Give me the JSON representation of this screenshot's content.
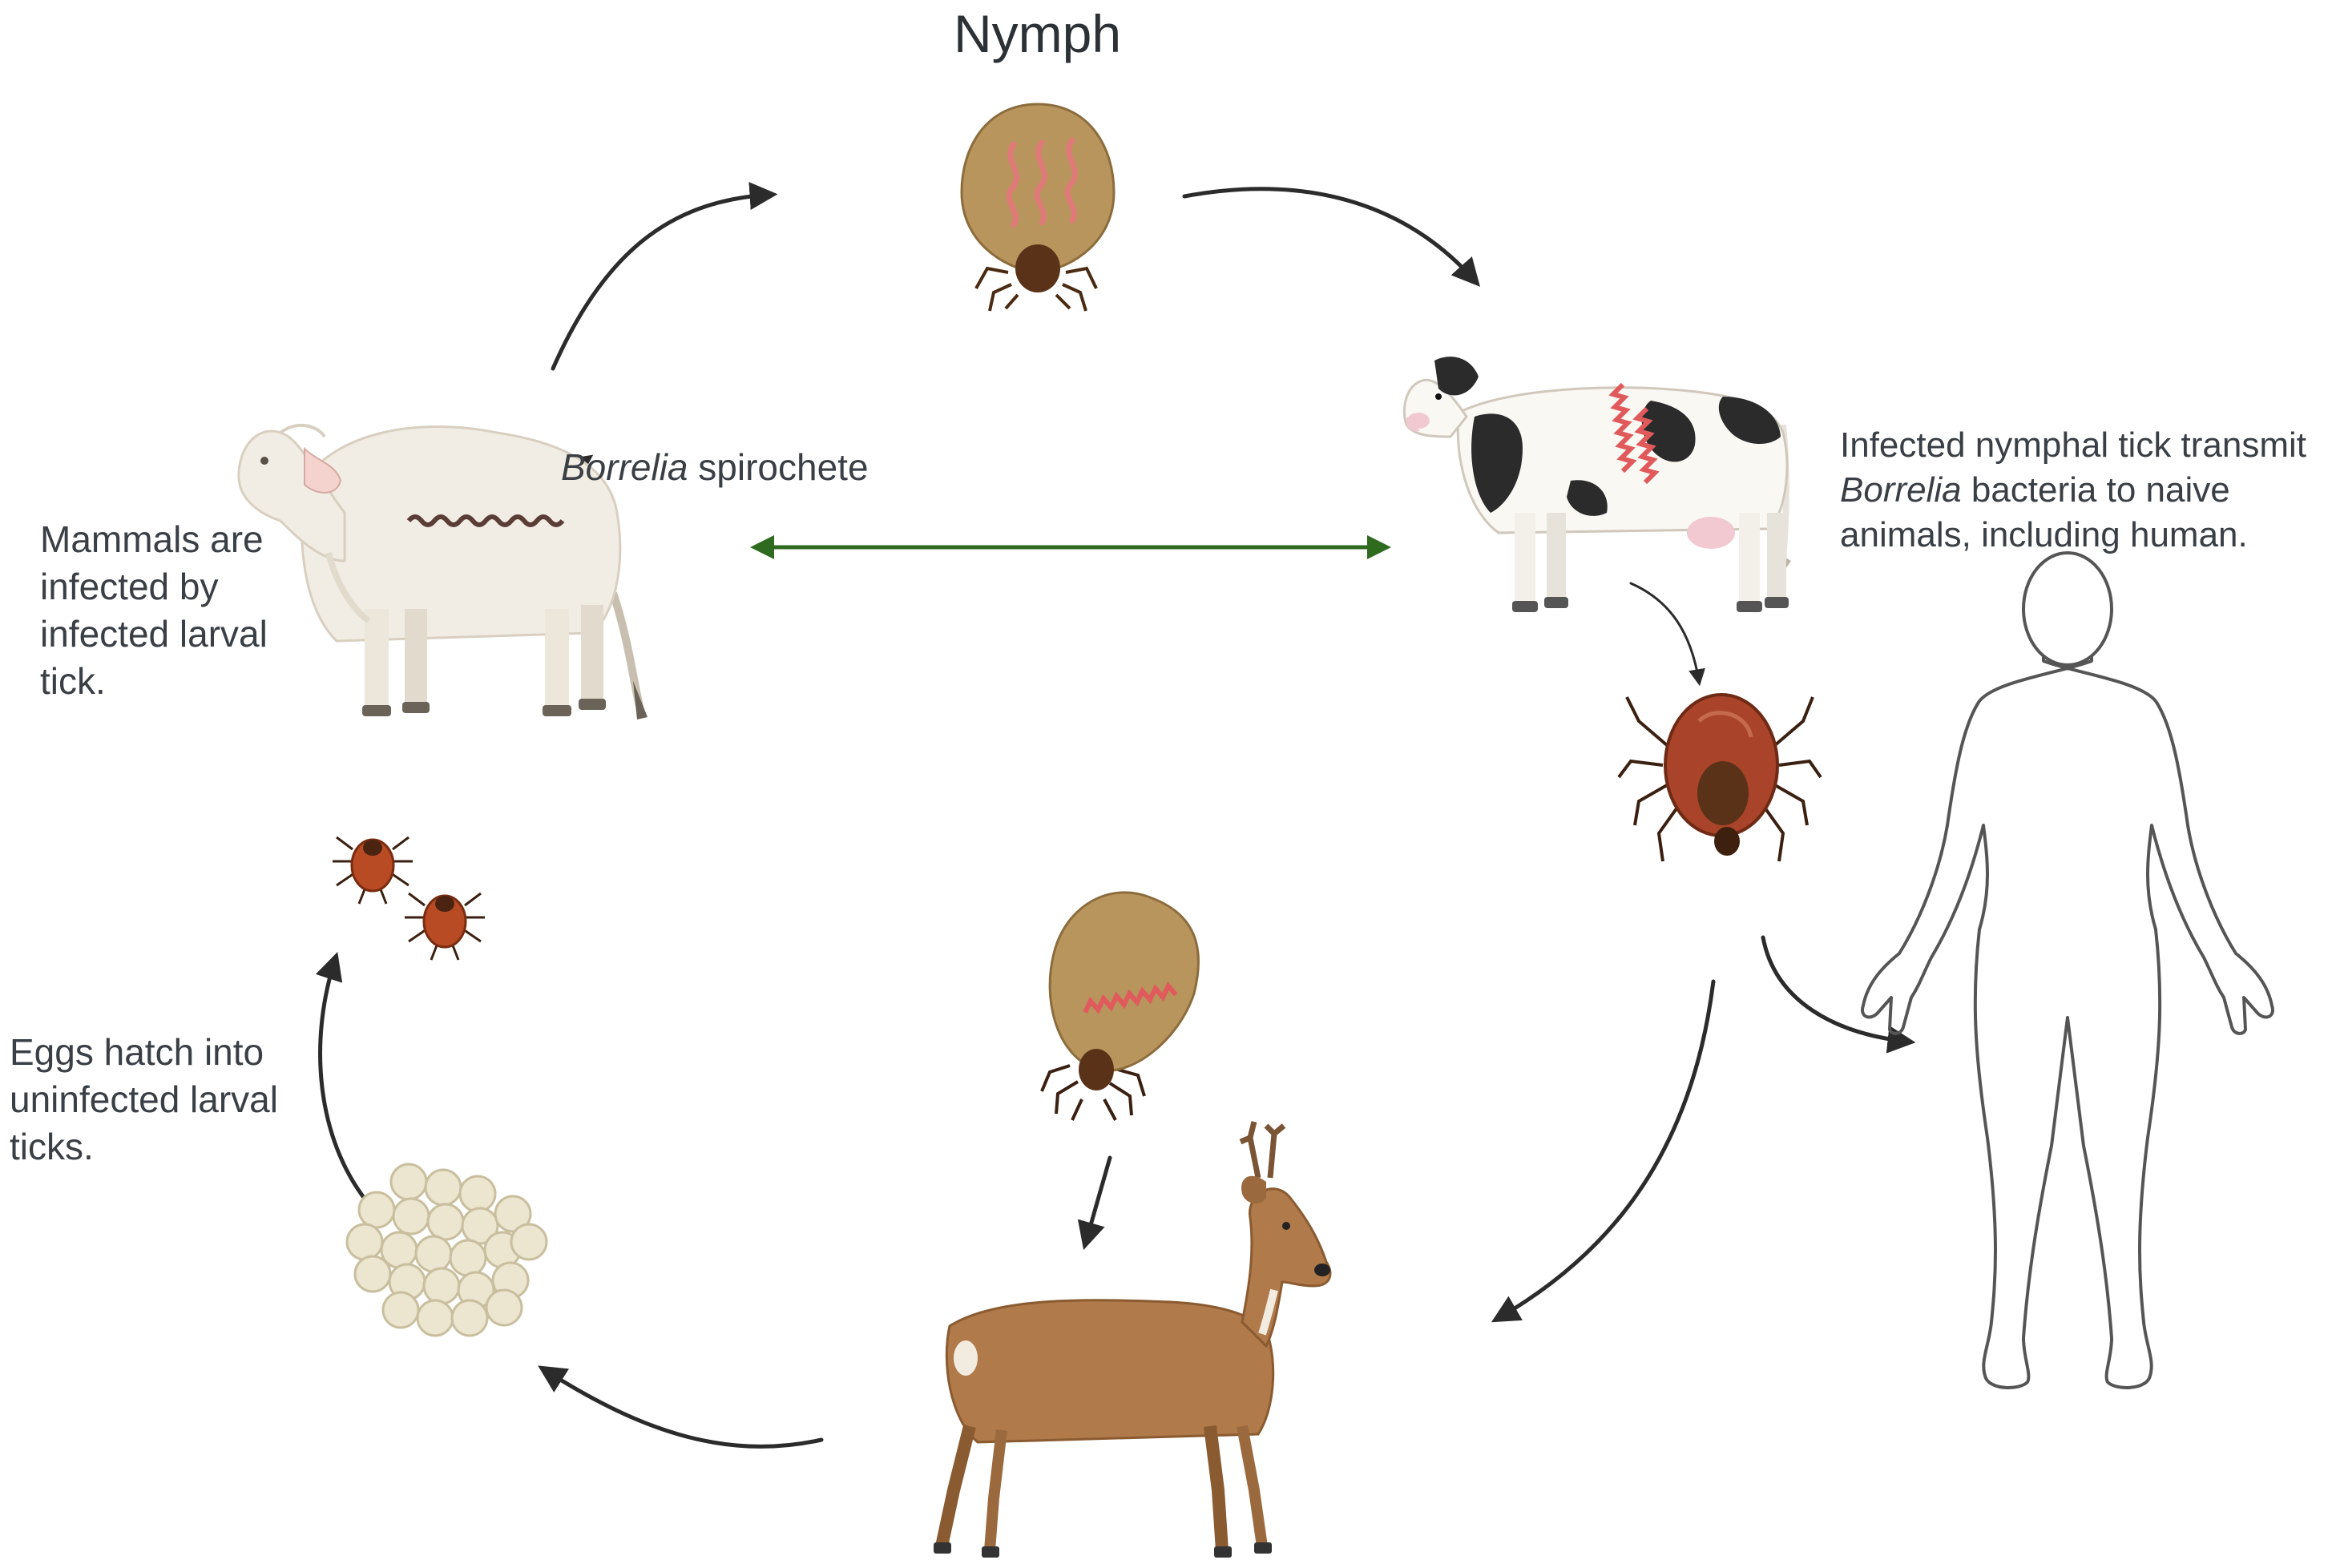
{
  "title": "Nymph",
  "labels": {
    "spirochete_italic": "Borrelia",
    "spirochete_rest": " spirochete",
    "mammals": [
      "Mammals are",
      "infected by",
      "infected larval",
      "tick."
    ],
    "eggs": [
      "Eggs hatch into",
      "uninfected larval",
      "ticks."
    ],
    "transmit_line1": "Infected nymphal tick transmit",
    "transmit_line2_italic": "Borrelia",
    "transmit_line2_rest": " bacteria to naive",
    "transmit_line3": "animals, including human."
  },
  "colors": {
    "arrow": "#2b2b2b",
    "double_arrow": "#2e6b1f",
    "tick_body": "#b9955e",
    "tick_head": "#5a3218",
    "spirochete": "#e07a78",
    "cow_spots": "#2b2b2b",
    "deer": "#b07a4a",
    "egg": "#ece5cf",
    "human_outline": "#555555"
  }
}
